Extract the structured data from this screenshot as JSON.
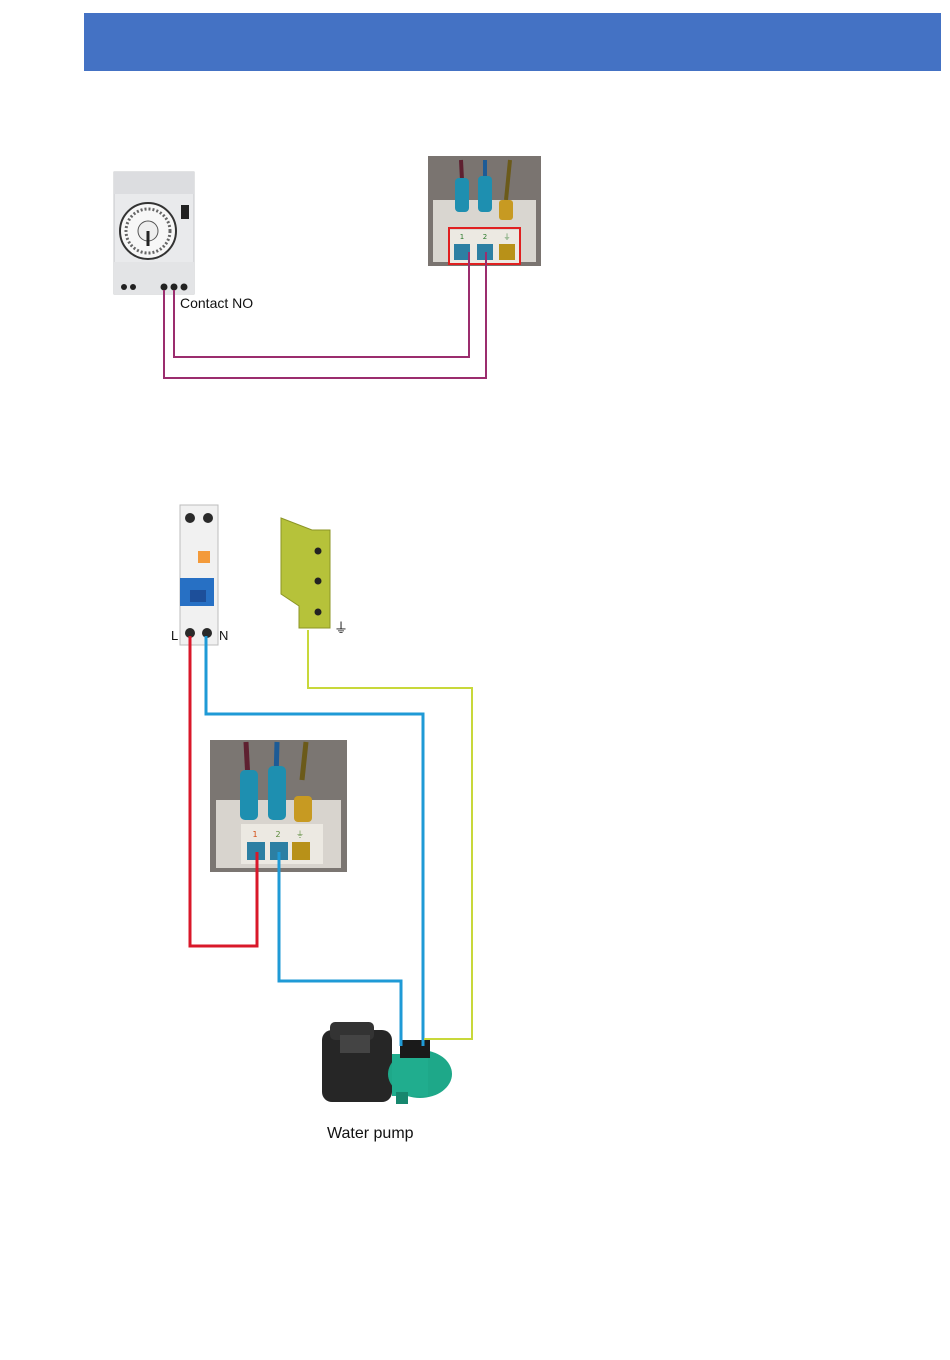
{
  "header": {
    "color": "#4472c4"
  },
  "diagram_top": {
    "timer_contact_label": "Contact  NO",
    "terminal_labels": [
      "1",
      "2",
      "⏚"
    ],
    "wire_color": "#9b2d6e",
    "highlight_color": "#e02020"
  },
  "diagram_bottom": {
    "breaker_l_label": "L",
    "breaker_n_label": "N",
    "earth_symbol": "⏚",
    "terminal_labels": [
      "1",
      "2",
      "⏚"
    ],
    "pump_label": "Water pump",
    "wire_colors": {
      "live": "#d9182a",
      "neutral": "#1f9ad6",
      "earth": "#c8d83a"
    }
  }
}
